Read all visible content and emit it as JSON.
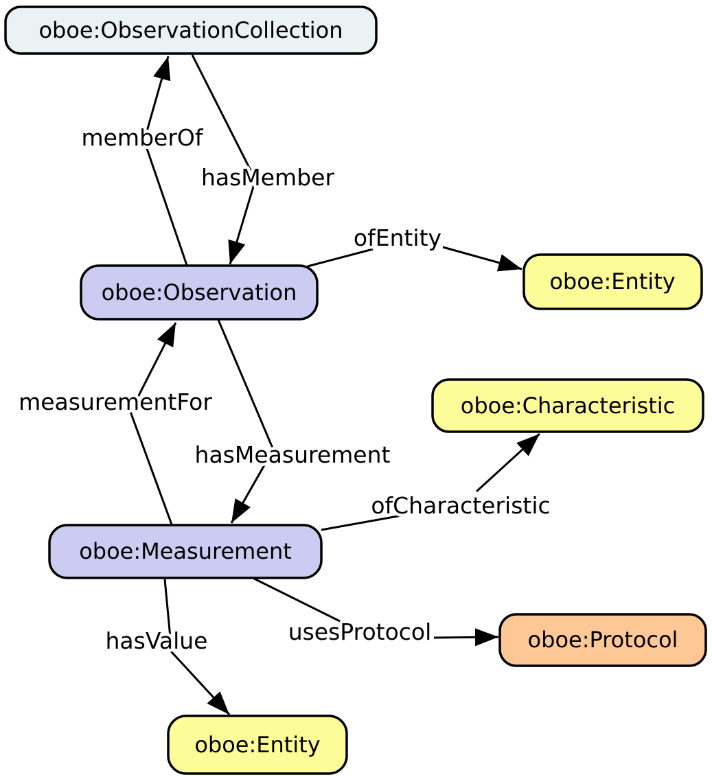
{
  "diagram": {
    "title": "",
    "nodes": [
      {
        "id": "observation-collection",
        "label": "oboe:ObservationCollection",
        "fill": "#eaf2f4"
      },
      {
        "id": "observation",
        "label": "oboe:Observation",
        "fill": "#ccccf3"
      },
      {
        "id": "entity",
        "label": "oboe:Entity",
        "fill": "#fcfc98"
      },
      {
        "id": "characteristic",
        "label": "oboe:Characteristic",
        "fill": "#fcfc98"
      },
      {
        "id": "measurement",
        "label": "oboe:Measurement",
        "fill": "#ccccf3"
      },
      {
        "id": "protocol",
        "label": "oboe:Protocol",
        "fill": "#fec896"
      },
      {
        "id": "entity-value",
        "label": "oboe:Entity",
        "fill": "#fcfc98"
      }
    ],
    "edges": [
      {
        "label": "memberOf",
        "from": "observation",
        "to": "observation-collection"
      },
      {
        "label": "hasMember",
        "from": "observation-collection",
        "to": "observation"
      },
      {
        "label": "ofEntity",
        "from": "observation",
        "to": "entity"
      },
      {
        "label": "measurementFor",
        "from": "measurement",
        "to": "observation"
      },
      {
        "label": "hasMeasurement",
        "from": "observation",
        "to": "measurement"
      },
      {
        "label": "ofCharacteristic",
        "from": "measurement",
        "to": "characteristic"
      },
      {
        "label": "usesProtocol",
        "from": "measurement",
        "to": "protocol"
      },
      {
        "label": "hasValue",
        "from": "measurement",
        "to": "entity-value"
      }
    ],
    "colors": {
      "background": "#ffffff",
      "node_border": "#000000",
      "edge": "#000000",
      "text": "#000000"
    }
  }
}
